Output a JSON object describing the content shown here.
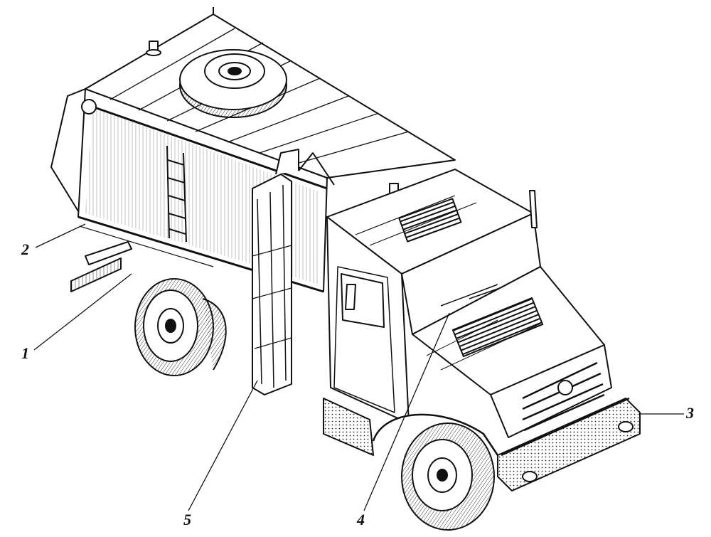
{
  "callouts": [
    {
      "id": "1",
      "text": "1"
    },
    {
      "id": "2",
      "text": "2"
    },
    {
      "id": "3",
      "text": "3"
    },
    {
      "id": "4",
      "text": "4"
    },
    {
      "id": "5",
      "text": "5"
    }
  ],
  "colors": {
    "ink": "#111111",
    "paper": "#ffffff",
    "shade": "#d9d9d9"
  }
}
